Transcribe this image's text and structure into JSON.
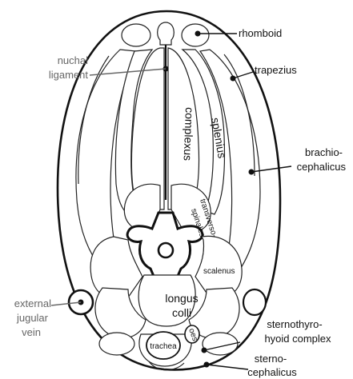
{
  "labels": {
    "rhomboid": "rhomboid",
    "trapezius": "trapezius",
    "nuchal_1": "nuchal",
    "nuchal_2": "ligament",
    "complexus": "complexus",
    "splenius": "splenius",
    "brachio_1": "brachio-",
    "brachio_2": "cephalicus",
    "transverso_1": "transverso-",
    "transverso_2": "spinales",
    "scalenus": "scalenus",
    "longus_1": "longus",
    "longus_2": "colli",
    "ext_1": "external",
    "ext_2": "jugular",
    "ext_3": "vein",
    "trachea": "trachea",
    "oes": "oes",
    "sternothyro_1": "sternothyro-",
    "sternothyro_2": "hyoid complex",
    "sterno_1": "sterno-",
    "sterno_2": "cephalicus"
  },
  "colors": {
    "outline": "#111111",
    "grey_label": "#666666",
    "fill": "#ffffff"
  }
}
